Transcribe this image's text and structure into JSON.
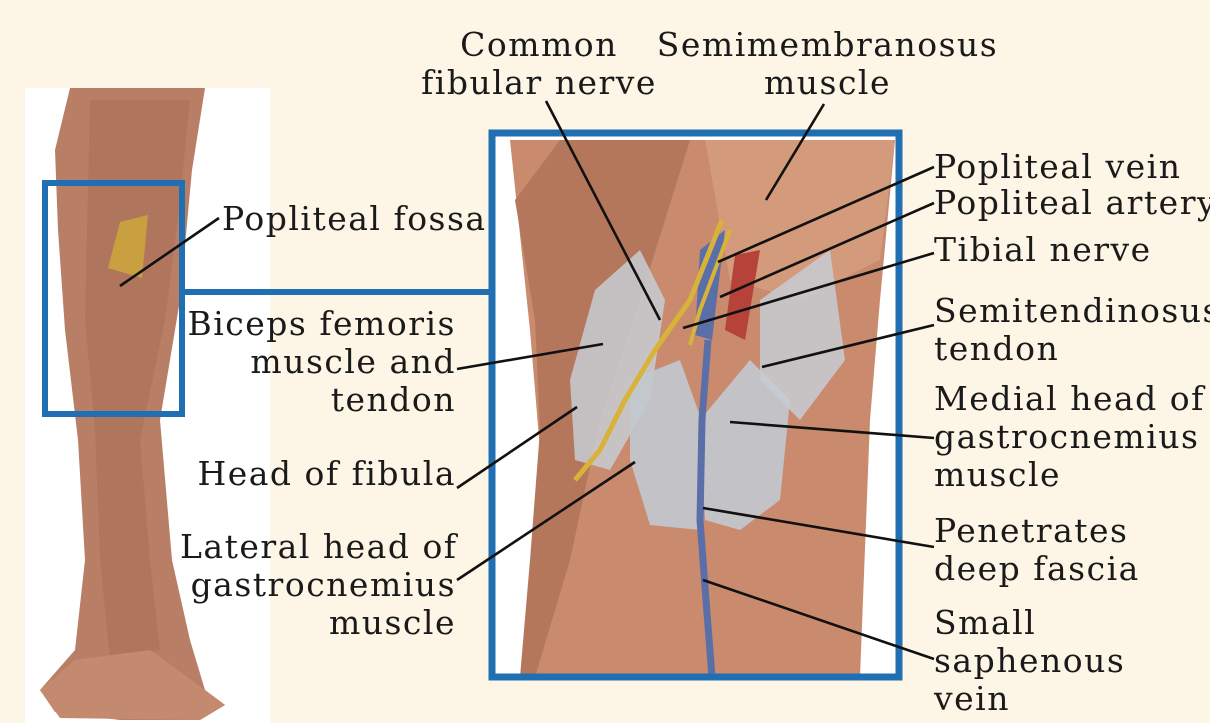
{
  "labels": {
    "common_fibular_nerve": "Common\nfibular nerve",
    "semimembranosus_muscle": "Semimembranosus\nmuscle",
    "popliteal_vein": "Popliteal vein",
    "popliteal_artery": "Popliteal artery",
    "tibial_nerve": "Tibial nerve",
    "popliteal_fossa": "Popliteal fossa",
    "biceps_femoris": "Biceps femoris\nmuscle and\ntendon",
    "semitendinosus_tendon": "Semitendinosus\ntendon",
    "medial_head_gastrocnemius": "Medial head of\ngastrocnemius\nmuscle",
    "head_of_fibula": "Head of fibula",
    "lateral_head_gastrocnemius": "Lateral head of\ngastrocnemius\nmuscle",
    "penetrates_deep_fascia": "Penetrates\ndeep fascia",
    "small_saphenous_vein": "Small\nsaphenous\nvein"
  },
  "colors": {
    "background": "#fdf6e6",
    "frame": "#1f6fb2",
    "skin": "#c9937a",
    "muscle": "#c98a6e",
    "fascia": "#b9c0c8",
    "nerve": "#d9b23a",
    "vein": "#5a6fa8",
    "artery": "#b5433a"
  }
}
